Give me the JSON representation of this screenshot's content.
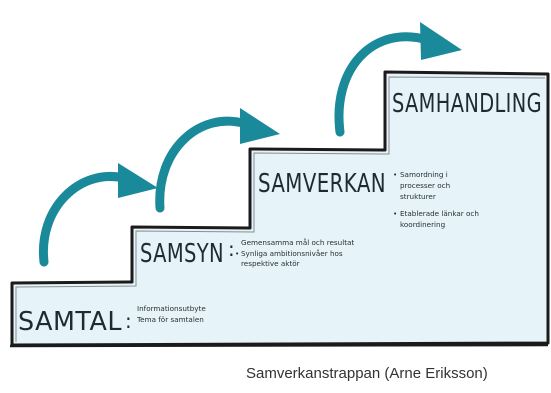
{
  "steps": [
    {
      "title": "SAMTAL",
      "bullets": [
        "Informationsutbyte",
        "Tema för samtalen"
      ]
    },
    {
      "title": "SAMSYN",
      "bullets": [
        "Gemensamma mål och resultat",
        "Synliga ambitionsnivåer hos",
        "respektive aktör"
      ]
    },
    {
      "title": "SAMVERKAN",
      "bullets": [
        "Samordning i",
        "processer och",
        "strukturer",
        "Etablerade länkar och",
        "koordinering"
      ]
    },
    {
      "title": "SAMHANDLING",
      "bullets": []
    }
  ],
  "caption": "Samverkanstrappan (Arne Eriksson)",
  "colors": {
    "arrow": "#1a8a9a",
    "step_fill": "#e6f3f8",
    "outline": "#1b1b1b"
  }
}
